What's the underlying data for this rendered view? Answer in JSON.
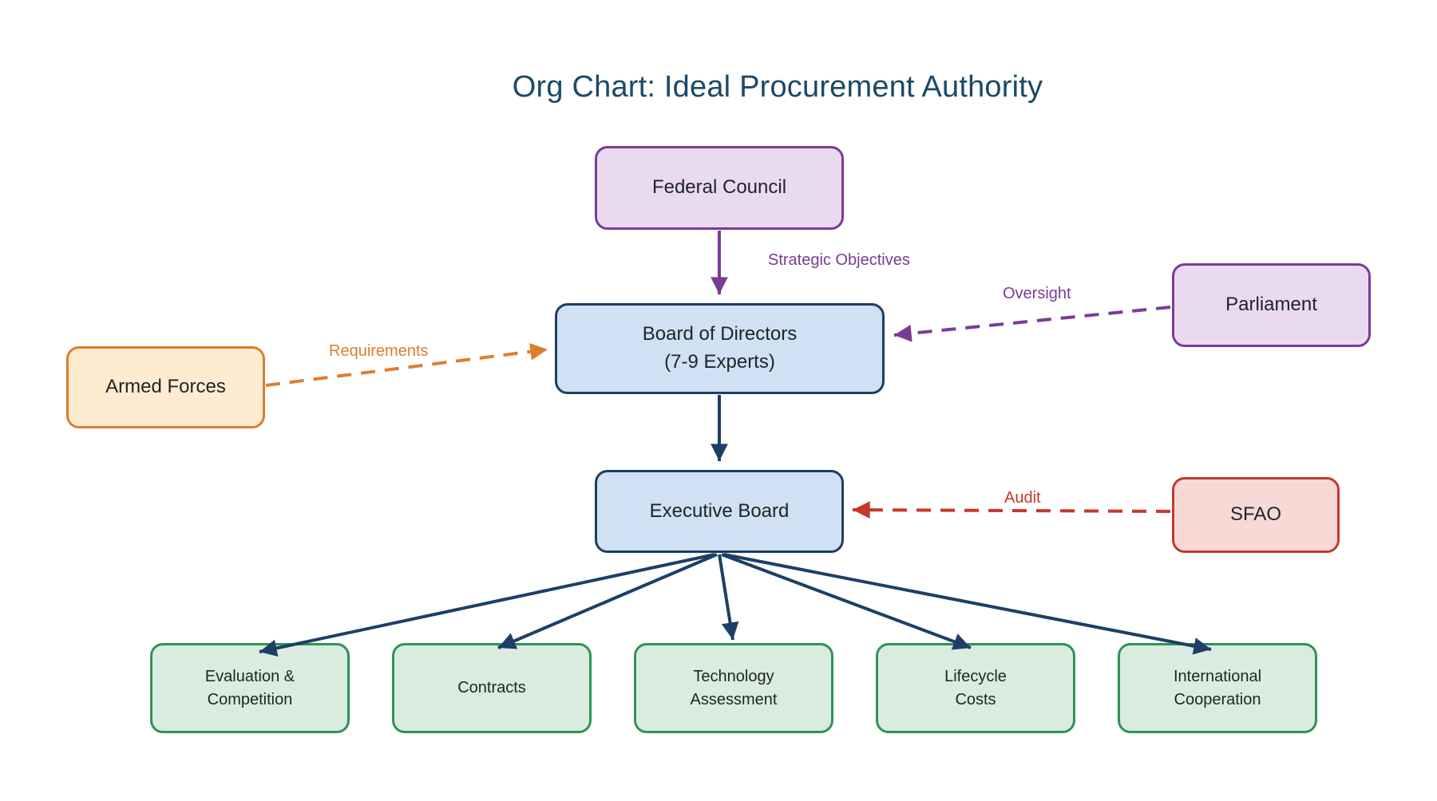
{
  "title": "Org Chart: Ideal Procurement Authority",
  "nodes": {
    "federal_council": {
      "label": "Federal Council"
    },
    "board": {
      "label_line1": "Board of Directors",
      "label_line2": "(7-9 Experts)"
    },
    "executive": {
      "label": "Executive Board"
    },
    "armed_forces": {
      "label": "Armed Forces"
    },
    "parliament": {
      "label": "Parliament"
    },
    "sfao": {
      "label": "SFAO"
    },
    "dept_evaluation": {
      "label_line1": "Evaluation &",
      "label_line2": "Competition"
    },
    "dept_contracts": {
      "label": "Contracts"
    },
    "dept_technology": {
      "label_line1": "Technology",
      "label_line2": "Assessment"
    },
    "dept_lifecycle": {
      "label_line1": "Lifecycle",
      "label_line2": "Costs"
    },
    "dept_international": {
      "label_line1": "International",
      "label_line2": "Cooperation"
    }
  },
  "edge_labels": {
    "strategic_objectives": "Strategic Objectives",
    "oversight": "Oversight",
    "requirements": "Requirements",
    "audit": "Audit"
  },
  "colors": {
    "title_text": "#1c4966",
    "navy_arrow": "#1d3f66",
    "purple_border": "#7a3b96",
    "purple_fill": "#e9daf1",
    "blue_border": "#1e3e62",
    "blue_fill": "#cfe1f2",
    "orange_border": "#dd7e2e",
    "orange_fill": "#fdecd2",
    "red_border": "#c5382c",
    "red_fill": "#f8d9d6",
    "green_border": "#2e9455",
    "green_fill": "#daecdf"
  }
}
